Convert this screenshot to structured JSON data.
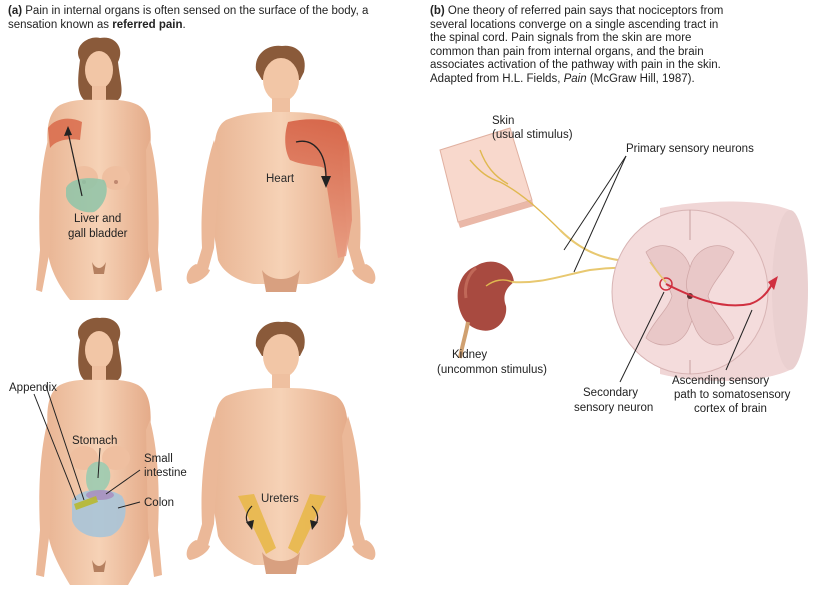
{
  "panel_a": {
    "letter": "(a)",
    "caption_text": "Pain in internal organs is often sensed on the surface of the body, a sensation known as",
    "caption_bold": "referred pain",
    "caption_end": ".",
    "labels": {
      "liver_line1": "Liver and",
      "liver_line2": "gall bladder",
      "heart": "Heart",
      "appendix": "Appendix",
      "stomach": "Stomach",
      "small_intestine_line1": "Small",
      "small_intestine_line2": "intestine",
      "colon": "Colon",
      "ureters": "Ureters"
    }
  },
  "panel_b": {
    "letter": "(b)",
    "caption_lines": [
      "One theory of referred pain says that nociceptors from",
      "several locations converge on a single ascending tract in",
      "the spinal cord. Pain signals from the skin are more",
      "common than pain from internal organs, and the brain",
      "associates activation of the pathway with pain in the skin."
    ],
    "adapted_prefix": "Adapted from H.L. Fields,",
    "adapted_italic": "Pain",
    "adapted_suffix": "(McGraw Hill, 1987).",
    "labels": {
      "skin_line1": "Skin",
      "skin_line2": "(usual stimulus)",
      "primary": "Primary sensory neurons",
      "kidney_line1": "Kidney",
      "kidney_line2": "(uncommon stimulus)",
      "secondary_line1": "Secondary",
      "secondary_line2": "sensory neuron",
      "ascending_line1": "Ascending sensory",
      "ascending_line2": "path to somatosensory",
      "ascending_line3": "cortex of brain"
    }
  },
  "colors": {
    "skin_tone": "#f2c6a6",
    "skin_shade": "#e2a887",
    "hair": "#8a5a3a",
    "referred_red": "#d96a4a",
    "liver_green": "#8ec4a8",
    "stomach_green": "#9ccbb0",
    "colon_blue": "#a8c4d8",
    "ureter_yellow": "#e8b84a",
    "nerve_yellow": "#e8c870",
    "pathway_red": "#d03040",
    "spinal_pink": "#f4dcdc"
  }
}
